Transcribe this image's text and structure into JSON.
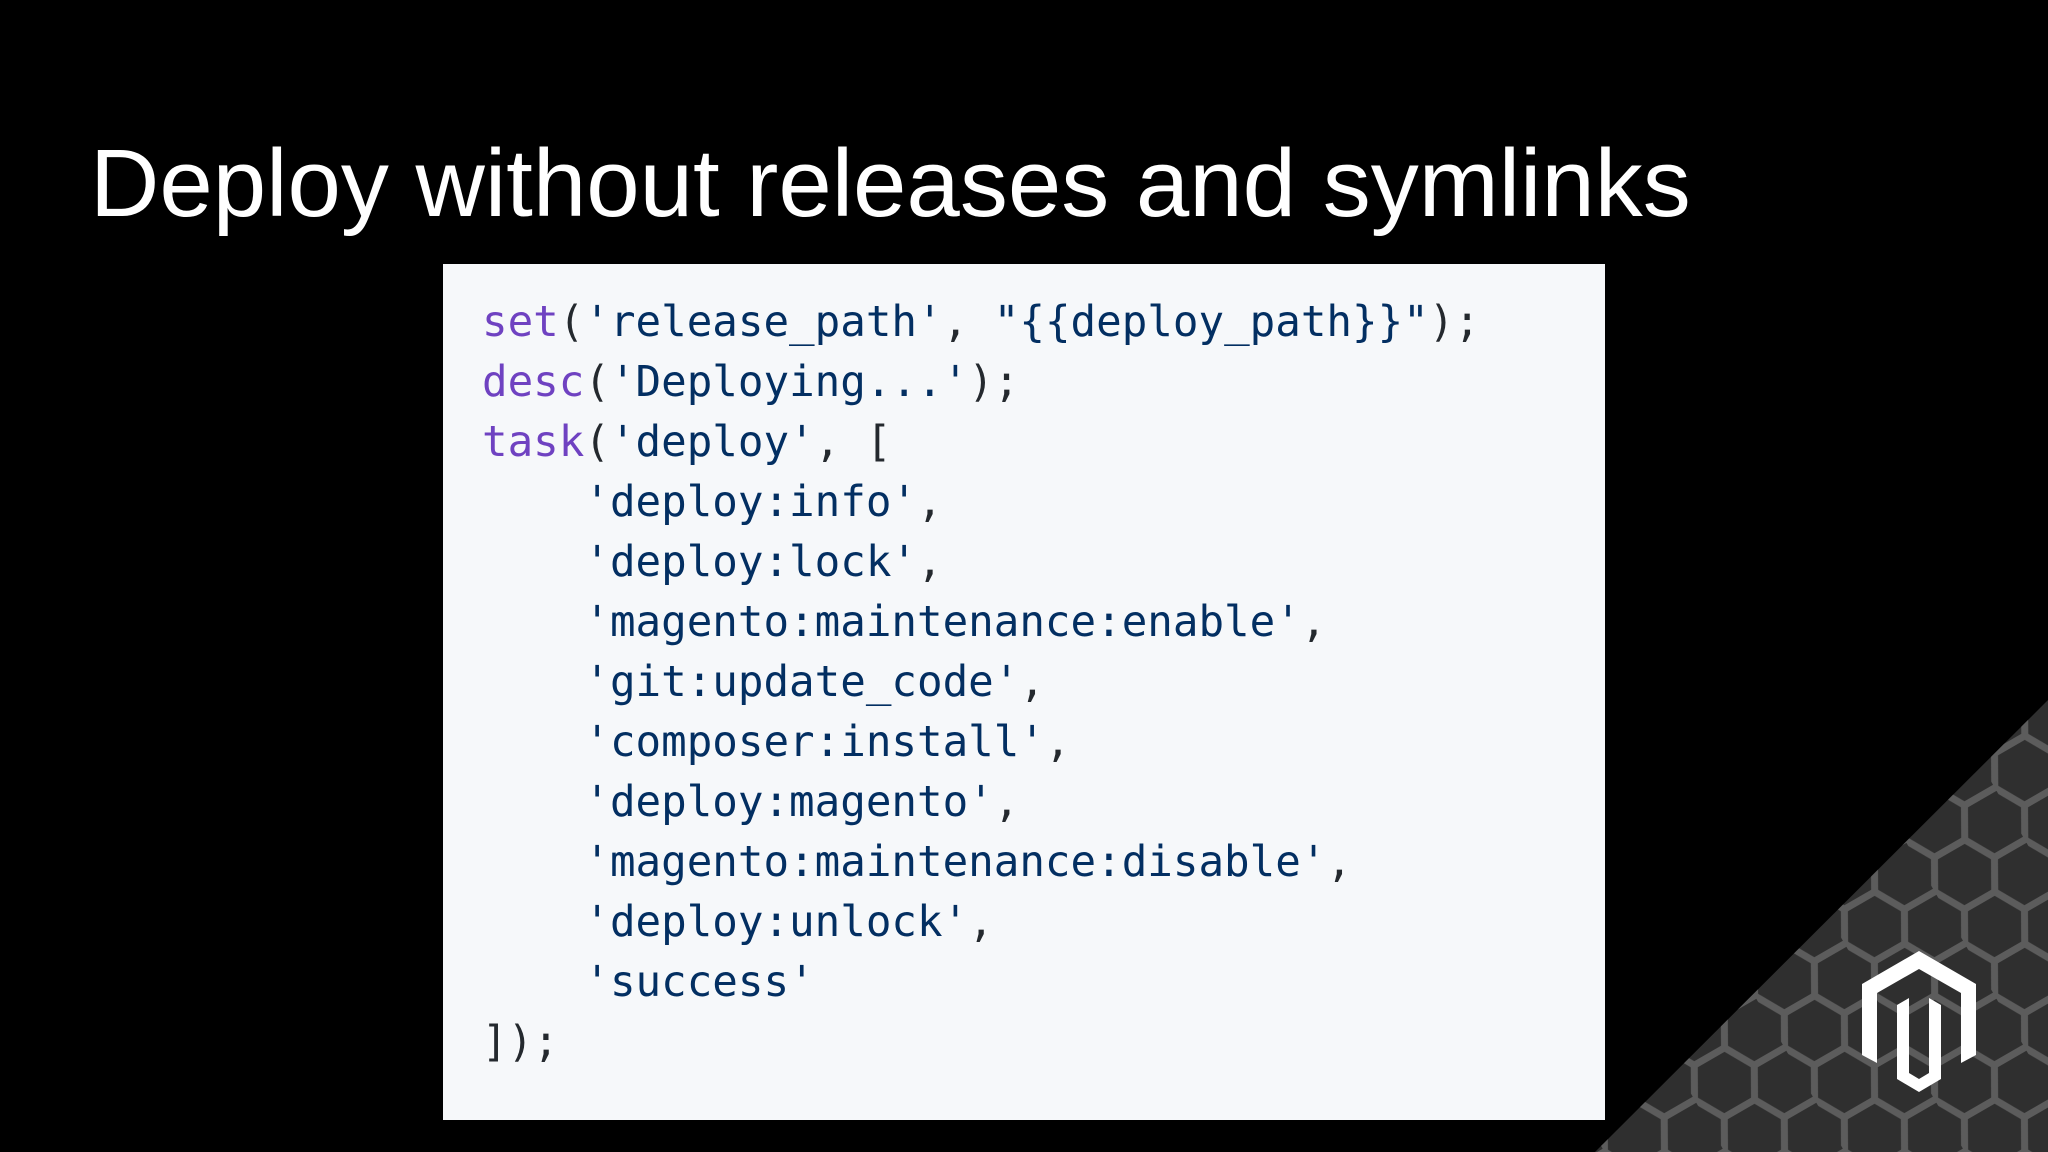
{
  "slide": {
    "title": "Deploy without releases and symlinks"
  },
  "code": {
    "line1": {
      "fn": "set",
      "open": "(",
      "arg1": "'release_path'",
      "sep": ", ",
      "arg2": "\"{{deploy_path}}\"",
      "close": ");"
    },
    "line2": {
      "fn": "desc",
      "open": "(",
      "arg1": "'Deploying...'",
      "close": ");"
    },
    "line3": {
      "fn": "task",
      "open": "(",
      "arg1": "'deploy'",
      "rest": ", ["
    },
    "tasks": [
      {
        "indent": "    ",
        "value": "'deploy:info'",
        "trail": ","
      },
      {
        "indent": "    ",
        "value": "'deploy:lock'",
        "trail": ","
      },
      {
        "indent": "    ",
        "value": "'magento:maintenance:enable'",
        "trail": ","
      },
      {
        "indent": "    ",
        "value": "'git:update_code'",
        "trail": ","
      },
      {
        "indent": "    ",
        "value": "'composer:install'",
        "trail": ","
      },
      {
        "indent": "    ",
        "value": "'deploy:magento'",
        "trail": ","
      },
      {
        "indent": "    ",
        "value": "'magento:maintenance:disable'",
        "trail": ","
      },
      {
        "indent": "    ",
        "value": "'deploy:unlock'",
        "trail": ","
      },
      {
        "indent": "    ",
        "value": "'success'",
        "trail": ""
      }
    ],
    "closing": "]);"
  },
  "colors": {
    "background": "#000000",
    "title": "#ffffff",
    "code_panel": "#f6f8fa",
    "function_name": "#6f42c1",
    "string": "#032f62",
    "punctuation": "#24292e"
  },
  "icons": {
    "logo": "magento-logo-icon",
    "corner_pattern": "hexagon-pattern"
  }
}
